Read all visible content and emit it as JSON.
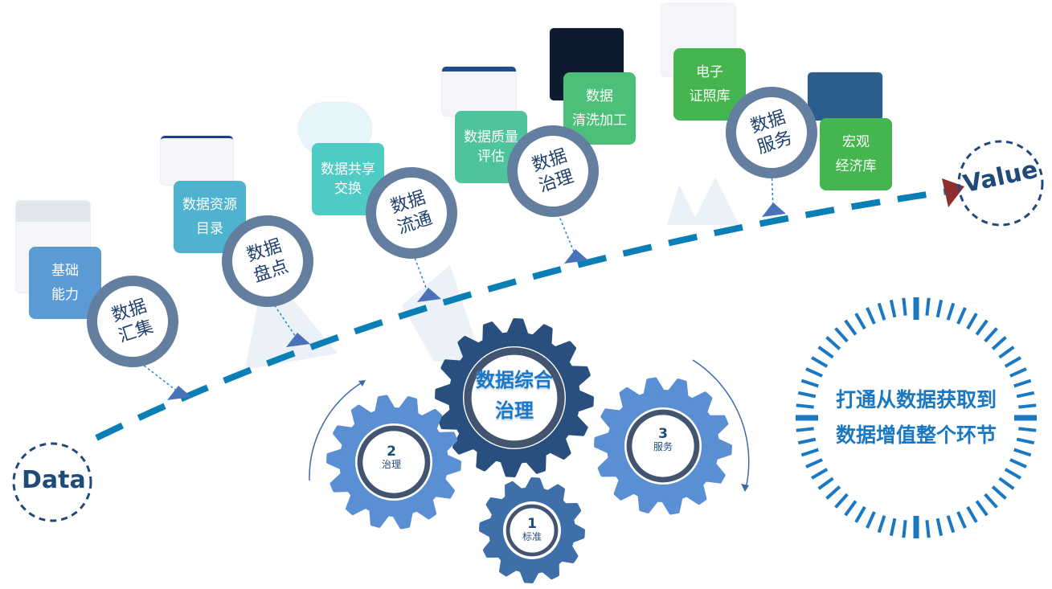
{
  "endpoints": {
    "start": "Data",
    "end": "Value"
  },
  "stages": [
    {
      "ring": [
        "数据",
        "汇集"
      ],
      "box": [
        "基础",
        "能力"
      ],
      "color": "#5a9bd5"
    },
    {
      "ring": [
        "数据",
        "盘点"
      ],
      "box": [
        "数据资源",
        "目录"
      ],
      "color": "#4fb3cf"
    },
    {
      "ring": [
        "数据",
        "流通"
      ],
      "box": [
        "数据共享",
        "交换"
      ],
      "color": "#4ecbc4"
    },
    {
      "ring": [
        "数据",
        "治理"
      ],
      "box": [
        "数据质量",
        "评估"
      ],
      "box2": [
        "数据",
        "清洗加工"
      ],
      "color": "#4dc49b",
      "color2": "#4cbf78"
    },
    {
      "ring": [
        "数据",
        "服务"
      ],
      "box": [
        "电子",
        "证照库"
      ],
      "box2": [
        "宏观",
        "经济库"
      ],
      "color": "#44b54f",
      "color2": "#44b54f"
    }
  ],
  "gears": {
    "main": [
      "数据综合",
      "治理"
    ],
    "g1": {
      "num": "1",
      "label": "标准"
    },
    "g2": {
      "num": "2",
      "label": "治理"
    },
    "g3": {
      "num": "3",
      "label": "服务"
    }
  },
  "slogan": [
    "打通从数据获取到",
    "数据增值整个环节"
  ],
  "colors": {
    "path": "#0a7fb5",
    "arrow": "#8e2f2f",
    "ring": "#4e6c92",
    "gear_main": "#284f7e",
    "gear_light": "#5b8fd4",
    "gear_mid": "#3f6fa8",
    "clock": "#1a78c2"
  }
}
